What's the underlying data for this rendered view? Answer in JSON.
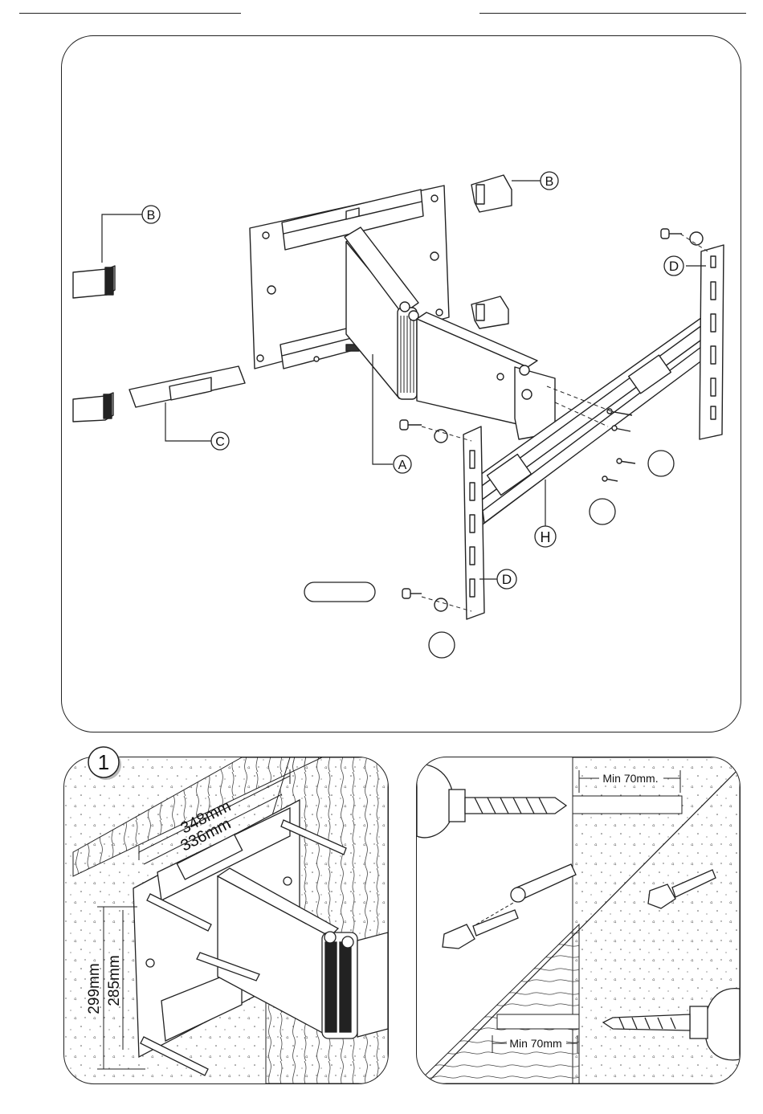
{
  "main_diagram": {
    "labels": {
      "a": "A",
      "b_left": "B",
      "b_top": "B",
      "c": "C",
      "d_top": "D",
      "d_bottom": "D",
      "h": "H"
    }
  },
  "step1": {
    "number": "1",
    "dim_outer_width": "348mm",
    "dim_inner_width": "336mm",
    "dim_outer_height": "299mm",
    "dim_inner_height": "285mm"
  },
  "drill_panel": {
    "min_depth_top": "Min 70mm.",
    "min_depth_bottom": "Min 70mm"
  }
}
